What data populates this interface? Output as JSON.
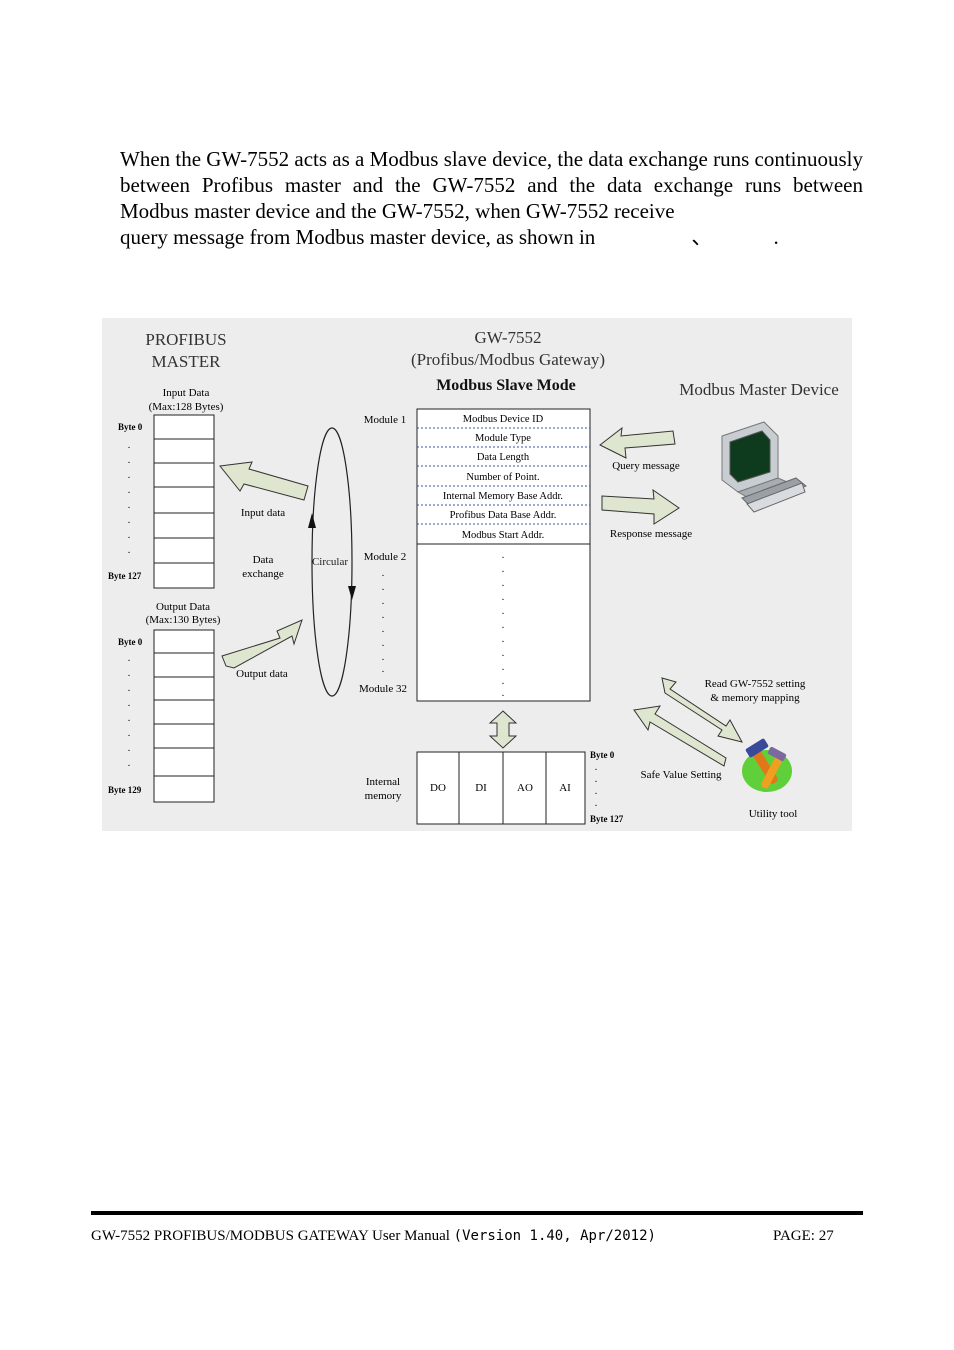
{
  "paragraph": {
    "line1": "When the GW-7552 acts as a Modbus slave device, the data exchange runs continuously between Profibus master and the GW-7552 and the data exchange runs between Modbus master device and the GW-7552, when GW-7552 receive",
    "line2": "query message from Modbus master device, as shown in",
    "line2_tail": "、 ."
  },
  "diagram": {
    "profibus_title_1": "PROFIBUS",
    "profibus_title_2": "MASTER",
    "gw_title": "GW-7552",
    "gw_subtitle": "(Profibus/Modbus Gateway)",
    "mode": "Modbus Slave Mode",
    "modbus_master": "Modbus Master Device",
    "input_data_1": "Input Data",
    "input_data_2": "(Max:128 Bytes)",
    "byte0_in": "Byte 0",
    "byte127_in": "Byte 127",
    "output_data_1": "Output Data",
    "output_data_2": "(Max:130 Bytes)",
    "byte0_out": "Byte 0",
    "byte129_out": "Byte 129",
    "input_arrow": "Input data",
    "data_exchange_1": "Data",
    "data_exchange_2": "exchange",
    "output_arrow": "Output data",
    "circular": "Circular",
    "module1": "Module 1",
    "module2": "Module 2",
    "module32": "Module 32",
    "module_fields": [
      "Modbus Device ID",
      "Module Type",
      "Data Length",
      "Number of Point.",
      "Internal Memory Base Addr.",
      "Profibus Data Base Addr.",
      "Modbus Start Addr."
    ],
    "query_message": "Query message",
    "response_message": "Response message",
    "internal_memory_1": "Internal",
    "internal_memory_2": "memory",
    "memory_cells": [
      "DO",
      "DI",
      "AO",
      "AI"
    ],
    "byte0_mem": "Byte 0",
    "byte127_mem": "Byte 127",
    "read_setting_1": "Read GW-7552 setting",
    "read_setting_2": "& memory mapping",
    "safe_value": "Safe Value Setting",
    "utility_tool": "Utility tool"
  },
  "footer": {
    "manual": "GW-7552 PROFIBUS/MODBUS GATEWAY User Manual ",
    "version": "(Version 1.40, Apr/2012)",
    "page": "PAGE: 27"
  }
}
